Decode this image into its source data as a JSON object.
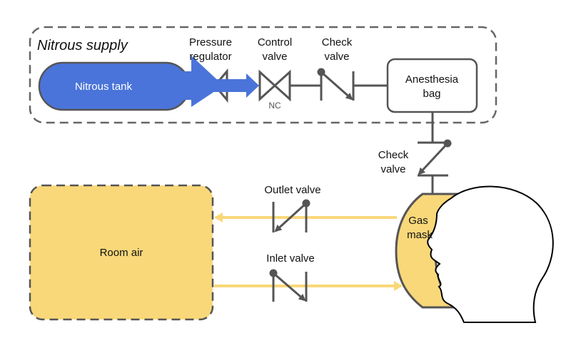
{
  "colors": {
    "nitrous": "#4a74d9",
    "air": "#f9d87a",
    "pipe": "#555555",
    "outline": "#000000"
  },
  "supply": {
    "title": "Nitrous supply"
  },
  "tank": {
    "label": "Nitrous tank"
  },
  "regulator": {
    "line1": "Pressure",
    "line2": "regulator"
  },
  "control_valve": {
    "line1": "Control",
    "line2": "valve",
    "state": "NC"
  },
  "check_valve_1": {
    "line1": "Check",
    "line2": "valve"
  },
  "bag": {
    "line1": "Anesthesia",
    "line2": "bag"
  },
  "check_valve_2": {
    "line1": "Check",
    "line2": "valve"
  },
  "room_air": {
    "label": "Room air"
  },
  "outlet_valve": {
    "label": "Outlet valve"
  },
  "inlet_valve": {
    "label": "Inlet valve"
  },
  "mask": {
    "line1": "Gas",
    "line2": "mask"
  }
}
